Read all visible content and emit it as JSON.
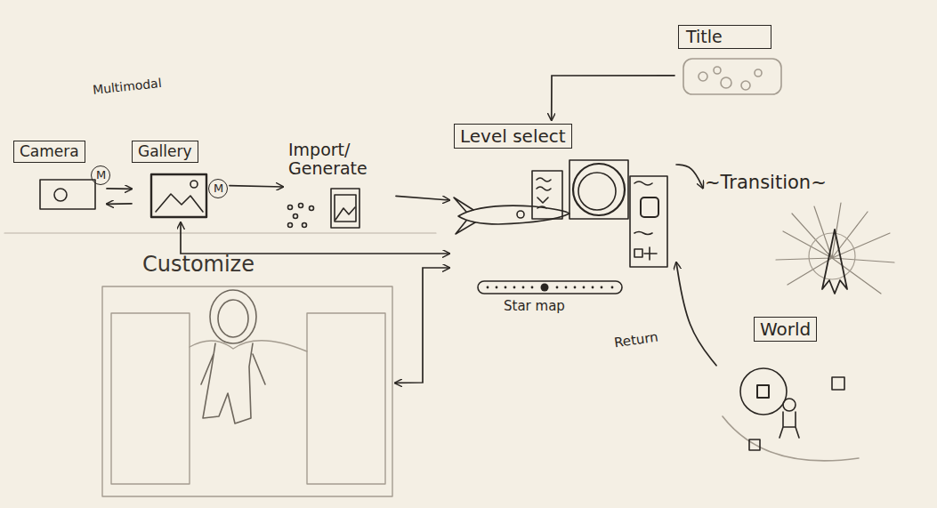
{
  "diagram": {
    "nodes": [
      {
        "text": [
          "Title"
        ]
      },
      {
        "text": [
          "Camera"
        ]
      },
      {
        "text": [
          "M"
        ],
        "in": 1
      },
      {
        "text": [
          "Gallery"
        ]
      },
      {
        "text": [
          "M"
        ],
        "in": 3
      },
      {
        "text": [
          "Import/ Generate"
        ]
      },
      {
        "text": [
          "Level select"
        ]
      },
      {
        "text": [
          "~Transition~"
        ]
      },
      {
        "text": [
          "Customize"
        ]
      },
      {
        "text": [
          "World"
        ]
      }
    ],
    "edges": [
      {
        "from": 0,
        "to": 6,
        "arrow": "to"
      },
      {
        "from": 1,
        "to": 3,
        "arrow": "to"
      },
      {
        "from": 3,
        "to": 1,
        "arrow": "to"
      },
      {
        "from": 3,
        "to": 5,
        "arrow": "to"
      },
      {
        "from": 5,
        "to": 6,
        "arrow": "to"
      },
      {
        "from": 3,
        "to": 6,
        "arrow": "both"
      },
      {
        "from": 6,
        "to": 8,
        "arrow": "both"
      },
      {
        "from": 6,
        "to": 7,
        "arrow": "to"
      },
      {
        "from": 9,
        "to": 6,
        "label": "Return",
        "arrow": "to"
      }
    ],
    "labels": [
      "Multimodal",
      "Star map"
    ]
  }
}
